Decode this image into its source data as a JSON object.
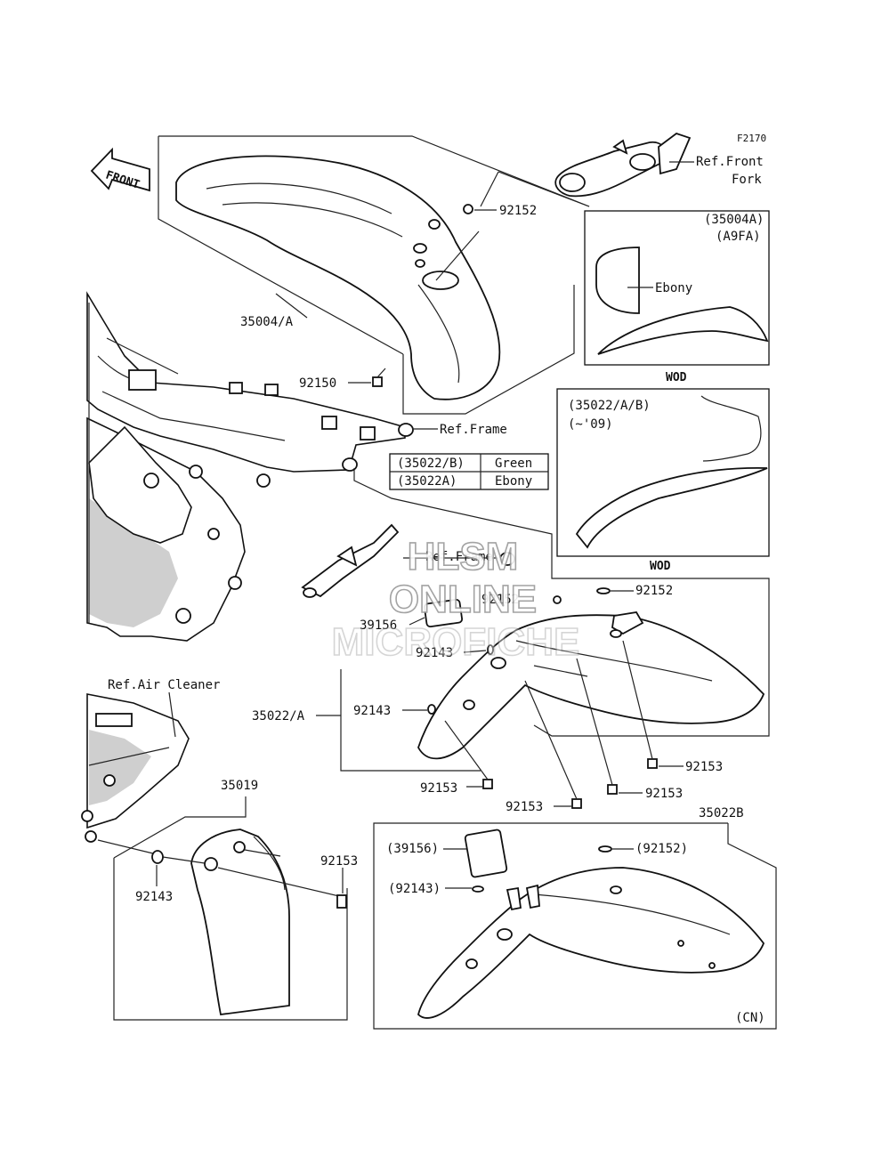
{
  "figure_code": "F2170",
  "direction_arrow": {
    "label": "FRONT",
    "icon": "front-arrow-icon"
  },
  "parts": {
    "front_fender": "35004/A",
    "rear_fender": "35022/A",
    "rear_fender_b": "35022B",
    "fender_flap": "35019",
    "bolt_92150": "92150",
    "grommet_92152_top": "92152",
    "grommet_92152_mid": "92152",
    "grommet_92152_right": "92152",
    "bolt_92153_a": "92153",
    "bolt_92153_b": "92153",
    "bolt_92153_c": "92153",
    "bolt_92153_d": "92153",
    "bolt_92153_flap": "92153",
    "collar_92143_a": "92143",
    "collar_92143_b": "92143",
    "collar_92143_flap": "92143",
    "pad_39156": "39156"
  },
  "references": {
    "front_fork": [
      "Ref.Front",
      "Fork"
    ],
    "frame_1": "Ref.Frame",
    "frame_2": "Ref.Frame",
    "air_cleaner": "Ref.Air Cleaner"
  },
  "inset_35004": {
    "code_line1": "(35004A)",
    "code_line2": "(A9FA)",
    "color": "Ebony",
    "caption": "WOD"
  },
  "inset_35022": {
    "code_line1": "(35022/A/B)",
    "code_line2": "(~'09)",
    "caption": "WOD"
  },
  "color_table": [
    {
      "code": "(35022/B)",
      "color": "Green"
    },
    {
      "code": "(35022A)",
      "color": "Ebony"
    }
  ],
  "inset_cn": {
    "pad": "(39156)",
    "grommet": "(92152)",
    "collar": "(92143)",
    "caption": "(CN)"
  },
  "watermark": {
    "line1": "HLSM",
    "line2": "ONLINE",
    "line3": "MICROFICHE"
  }
}
